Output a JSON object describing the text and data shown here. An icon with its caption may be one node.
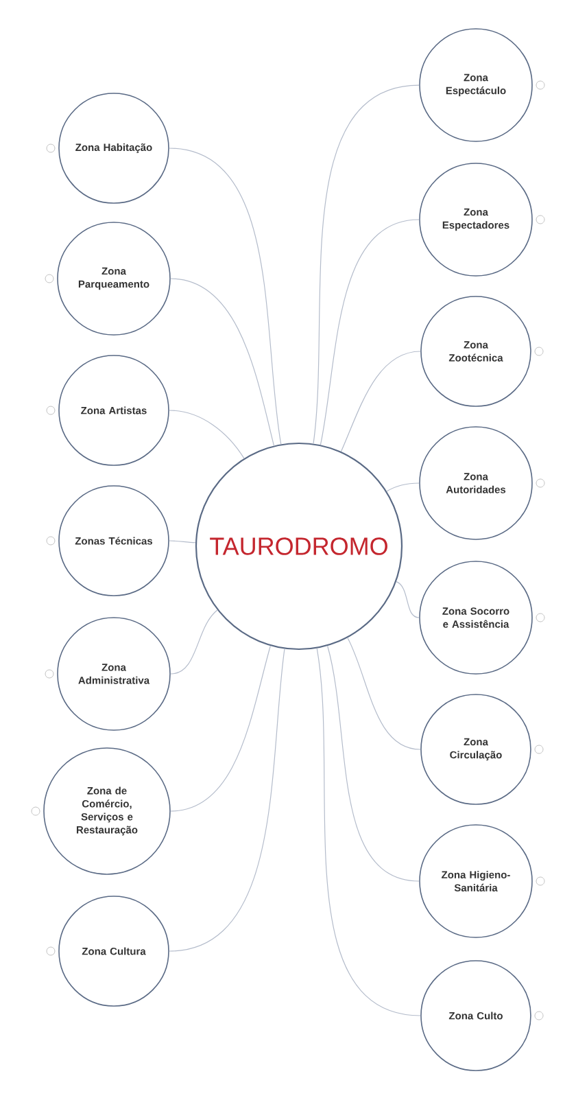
{
  "diagram": {
    "nodes": [
      {
        "text": [
          "TAURODROMO"
        ]
      },
      {
        "text": [
          "Zona Habitação"
        ]
      },
      {
        "text": [
          "Zona Parqueamento"
        ]
      },
      {
        "text": [
          "Zona Artistas"
        ]
      },
      {
        "text": [
          "Zonas Técnicas"
        ]
      },
      {
        "text": [
          "Zona Administrativa"
        ]
      },
      {
        "text": [
          "Zona de Comércio, Serviços e Restauração"
        ]
      },
      {
        "text": [
          "Zona Cultura"
        ]
      },
      {
        "text": [
          "Zona Espectáculo"
        ]
      },
      {
        "text": [
          "Zona Espectadores"
        ]
      },
      {
        "text": [
          "Zona Zootécnica"
        ]
      },
      {
        "text": [
          "Zona Autoridades"
        ]
      },
      {
        "text": [
          "Zona Socorro e Assistência"
        ]
      },
      {
        "text": [
          "Zona Circulação"
        ]
      },
      {
        "text": [
          "Zona Higieno-Sanitária"
        ]
      },
      {
        "text": [
          "Zona Culto"
        ]
      }
    ],
    "edges": [
      {
        "from": 0,
        "to": 1,
        "arrow": "none"
      },
      {
        "from": 0,
        "to": 2,
        "arrow": "none"
      },
      {
        "from": 0,
        "to": 3,
        "arrow": "none"
      },
      {
        "from": 0,
        "to": 4,
        "arrow": "none"
      },
      {
        "from": 0,
        "to": 5,
        "arrow": "none"
      },
      {
        "from": 0,
        "to": 6,
        "arrow": "none"
      },
      {
        "from": 0,
        "to": 7,
        "arrow": "none"
      },
      {
        "from": 0,
        "to": 8,
        "arrow": "none"
      },
      {
        "from": 0,
        "to": 9,
        "arrow": "none"
      },
      {
        "from": 0,
        "to": 10,
        "arrow": "none"
      },
      {
        "from": 0,
        "to": 11,
        "arrow": "none"
      },
      {
        "from": 0,
        "to": 12,
        "arrow": "none"
      },
      {
        "from": 0,
        "to": 13,
        "arrow": "none"
      },
      {
        "from": 0,
        "to": 14,
        "arrow": "none"
      },
      {
        "from": 0,
        "to": 15,
        "arrow": "none"
      }
    ]
  }
}
